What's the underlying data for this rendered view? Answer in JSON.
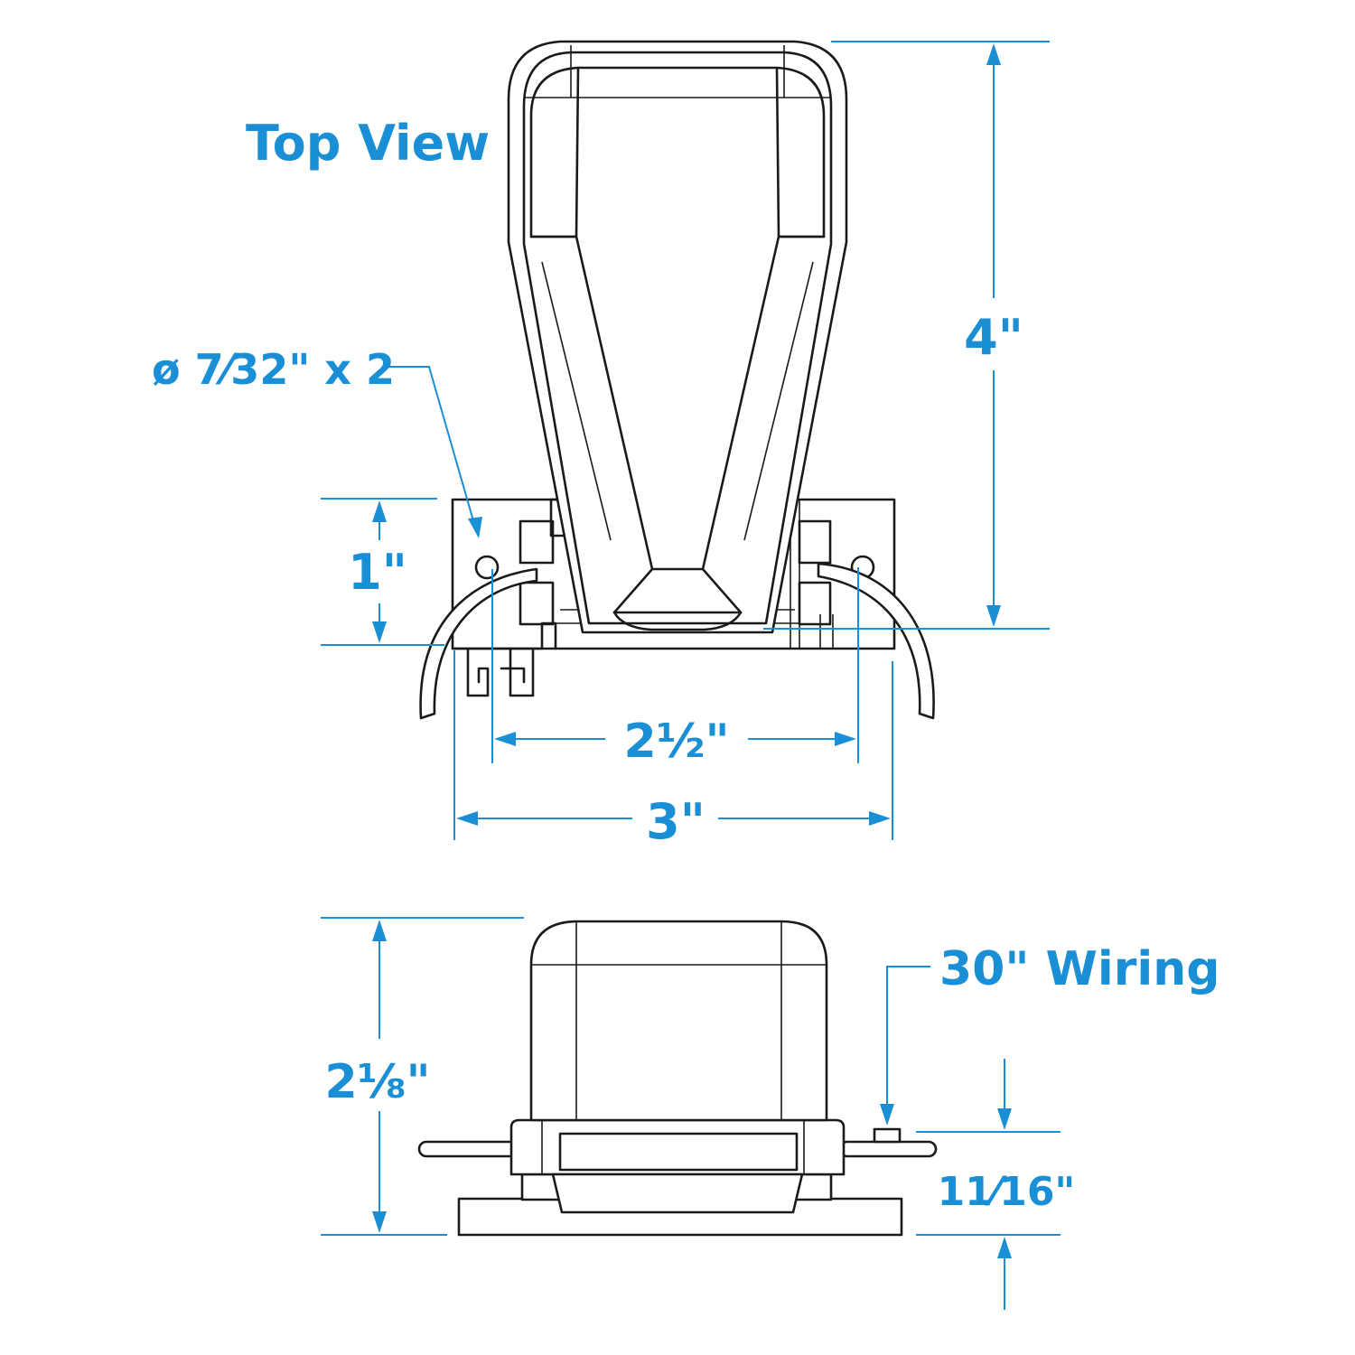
{
  "colors": {
    "accent": "#1a8fd6",
    "outline": "#1a1a1a",
    "background": "#ffffff"
  },
  "labels": {
    "view_title": "Top View",
    "hole_spec": "ø 7⁄32\" x 2",
    "height_top": "4\"",
    "base_depth": "1\"",
    "hole_spacing": "2½\"",
    "base_width": "3\"",
    "side_height": "2⅛\"",
    "wiring": "30\" Wiring",
    "wire_height": "11⁄16\""
  }
}
